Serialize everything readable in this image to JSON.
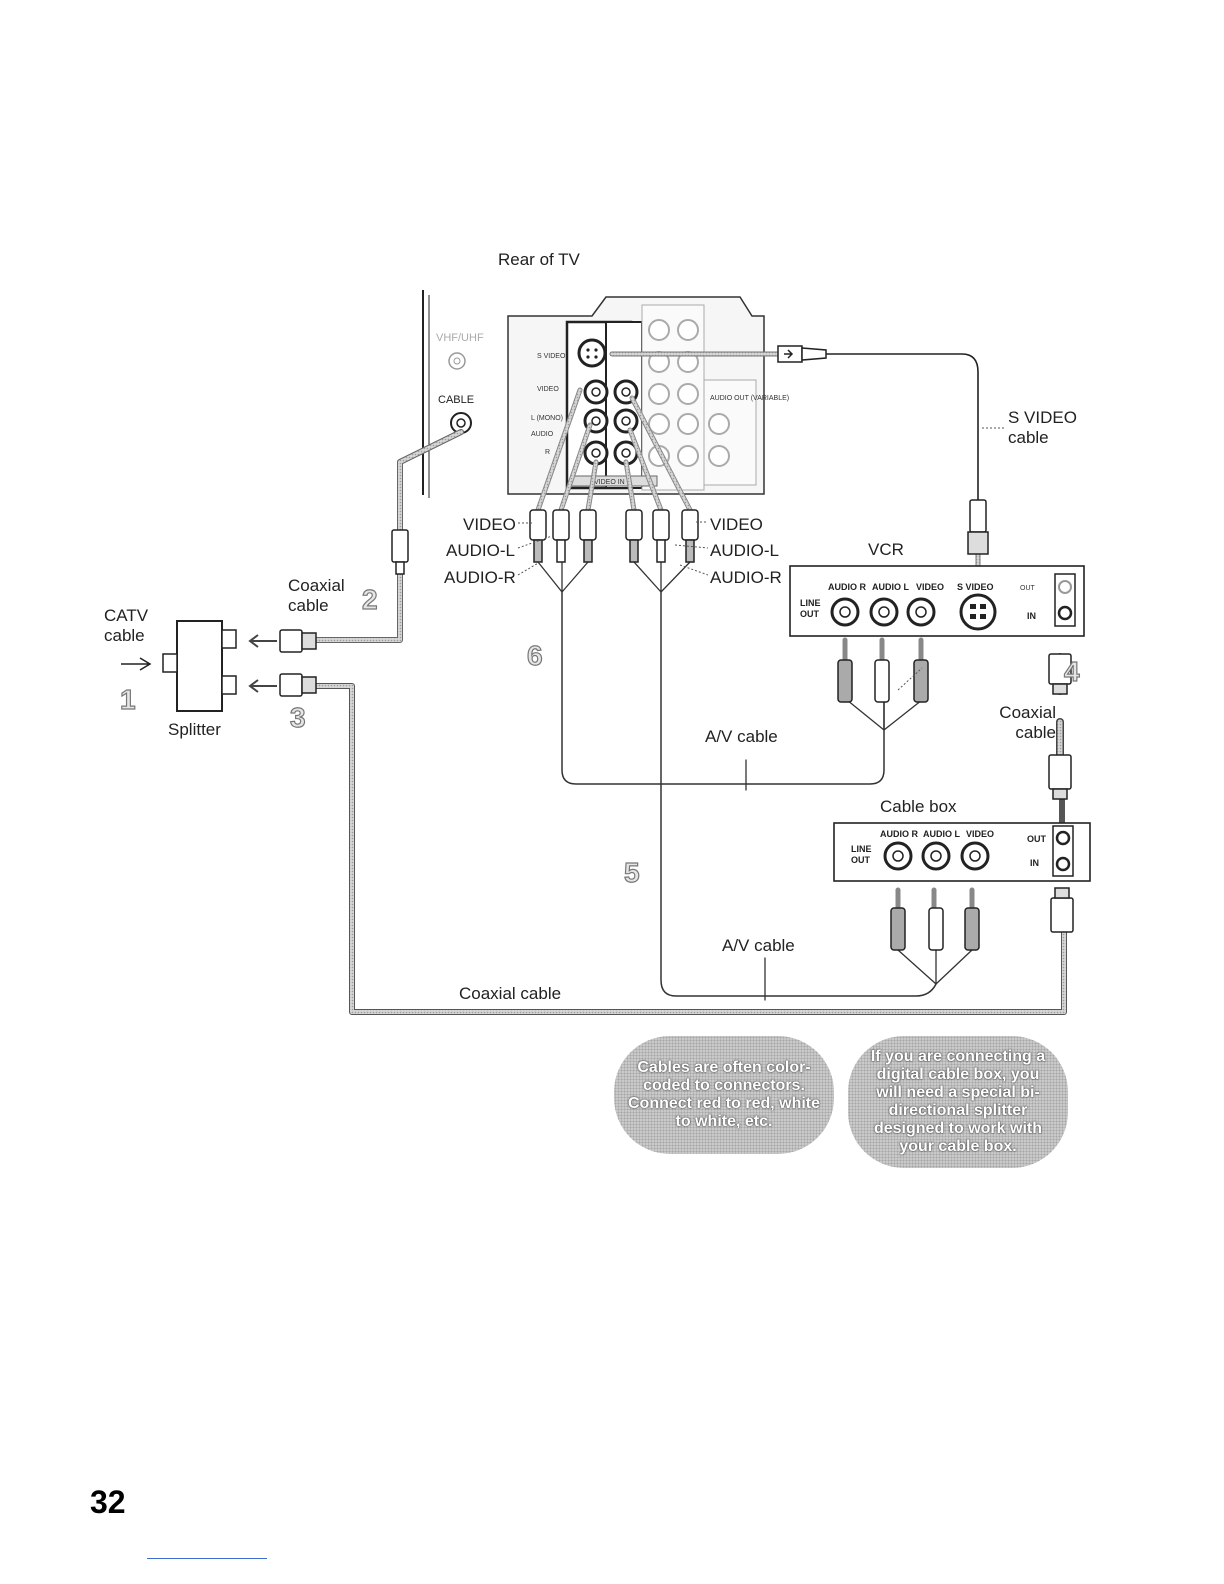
{
  "title": "Rear of TV",
  "tv_panel": {
    "vhf_uhf": "VHF/UHF",
    "cable": "CABLE",
    "svideo": "S VIDEO",
    "video": "VIDEO",
    "l_mono": "L (MONO)",
    "audio": "AUDIO",
    "r": "R",
    "video_in": "VIDEO IN",
    "audio_out": "AUDIO OUT (VARIABLE)"
  },
  "left_plugs": {
    "video": "VIDEO",
    "audio_l": "AUDIO-L",
    "audio_r": "AUDIO-R"
  },
  "right_plugs": {
    "video": "VIDEO",
    "audio_l": "AUDIO-L",
    "audio_r": "AUDIO-R"
  },
  "svideo_cable": "S VIDEO\ncable",
  "vcr": {
    "title": "VCR",
    "audio_r": "AUDIO R",
    "audio_l": "AUDIO L",
    "video": "VIDEO",
    "svideo": "S VIDEO",
    "out": "OUT",
    "in": "IN",
    "line_out": "LINE\nOUT"
  },
  "cable_box": {
    "title": "Cable box",
    "audio_r": "AUDIO R",
    "audio_l": "AUDIO L",
    "video": "VIDEO",
    "out": "OUT",
    "in": "IN",
    "line_out": "LINE\nOUT"
  },
  "labels": {
    "catv_cable": "CATV\ncable",
    "splitter": "Splitter",
    "coaxial_cable_2": "Coaxial\ncable",
    "coaxial_cable_4": "Coaxial\ncable",
    "av_cable_6": "A/V cable",
    "av_cable_5": "A/V cable",
    "coaxial_cable_bottom": "Coaxial cable"
  },
  "steps": {
    "s1": "1",
    "s2": "2",
    "s3": "3",
    "s4": "4",
    "s5": "5",
    "s6": "6"
  },
  "notes": {
    "color_coded": "Cables are often color-coded to connectors. Connect red to red, white to white, etc.",
    "digital_box": "If you are connecting a digital cable box, you will need a special bi-directional splitter designed to work with your cable box."
  },
  "page_number": "32"
}
